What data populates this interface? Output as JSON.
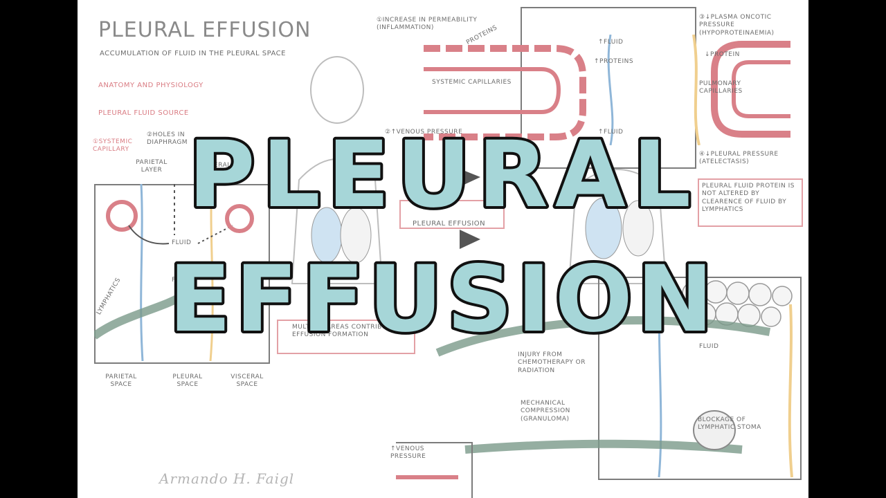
{
  "video_title": {
    "line1": "PLEURAL",
    "line2": "EFFUSION",
    "fill_color": "#a6d6d8",
    "outline_color": "#111111"
  },
  "sheet": {
    "title": "PLEURAL EFFUSION",
    "subtitle": "ACCUMULATION OF FLUID IN THE PLEURAL SPACE",
    "section_anatomy": "ANATOMY AND PHYSIOLOGY",
    "section_source": "PLEURAL FLUID SOURCE",
    "signature": "Armando H. Faigl"
  },
  "left_diagram": {
    "systemic_capillary": "①SYSTEMIC CAPILLARY",
    "holes_diaphragm": "②HOLES IN DIAPHRAGM",
    "parietal_layer": "PARIETAL LAYER",
    "visceral_layer": "VISCERAL LAYER",
    "fluid_a": "FLUID",
    "fluid_b": "FLUID",
    "lymphatics": "LYMPHATICS",
    "alveolus": "ALVEOLUS",
    "parietal_space": "PARIETAL SPACE",
    "pleural_space": "PLEURAL SPACE",
    "visceral_space": "VISCERAL SPACE"
  },
  "center": {
    "pleural_effusion_label": "PLEURAL EFFUSION",
    "multiple_areas": "MULTIPLE AREAS CONTRIBUTE TO EFFUSION FORMATION",
    "venous_pressure": "②↑VENOUS PRESSURE"
  },
  "top_right": {
    "permeability": "①INCREASE IN PERMEABILITY (INFLAMMATION)",
    "proteins_small": "PROTEINS",
    "fluid_up": "↑FLUID",
    "proteins_up": "↑PROTEINS",
    "systemic_capillaries": "SYSTEMIC CAPILLARIES",
    "fluid_up_2": "↑FLUID",
    "oncotic": "③↓PLASMA ONCOTIC PRESSURE (HYPOPROTEINAEMIA)",
    "protein_down": "↓PROTEIN",
    "pulmonary_capillaries": "PULMONARY CAPILLARIES",
    "pleural_pressure": "④↓PLEURAL PRESSURE (ATELECTASIS)",
    "note": "PLEURAL FLUID PROTEIN IS NOT ALTERED BY CLEARENCE OF FLUID BY LYMPHATICS"
  },
  "bottom_right": {
    "fluid": "FLUID",
    "injury": "INJURY FROM CHEMOTHERAPY OR RADIATION",
    "mechanical": "MECHANICAL COMPRESSION (GRANULOMA)",
    "blockage": "BLOCKAGE OF LYMPHATIC STOMA",
    "venous_pressure": "↑VENOUS PRESSURE"
  }
}
